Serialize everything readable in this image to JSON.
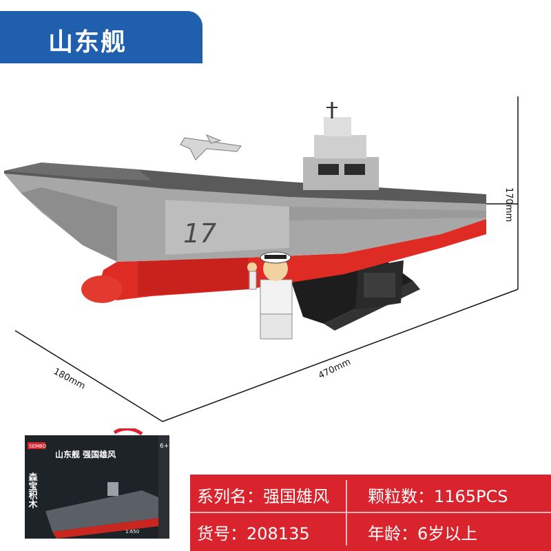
{
  "header": {
    "title": "山东舰"
  },
  "dimensions": {
    "height": "170mm",
    "depth": "180mm",
    "length": "470mm"
  },
  "box": {
    "brand": "SEMBO",
    "series_text": "山东舰 强国雄风",
    "vertical_text": "森宝积木",
    "age_badge": "6+",
    "scale": "1:650"
  },
  "hull_number": "17",
  "info": {
    "series_label": "系列名：强国雄风",
    "pieces_label": "颗粒数：1165PCS",
    "sku_label": "货号：208135",
    "age_label": "年龄：6岁以上"
  },
  "colors": {
    "brand_blue": "#1f5fad",
    "accent_red": "#d9242e",
    "hull_gray": "#a7a7a7"
  }
}
